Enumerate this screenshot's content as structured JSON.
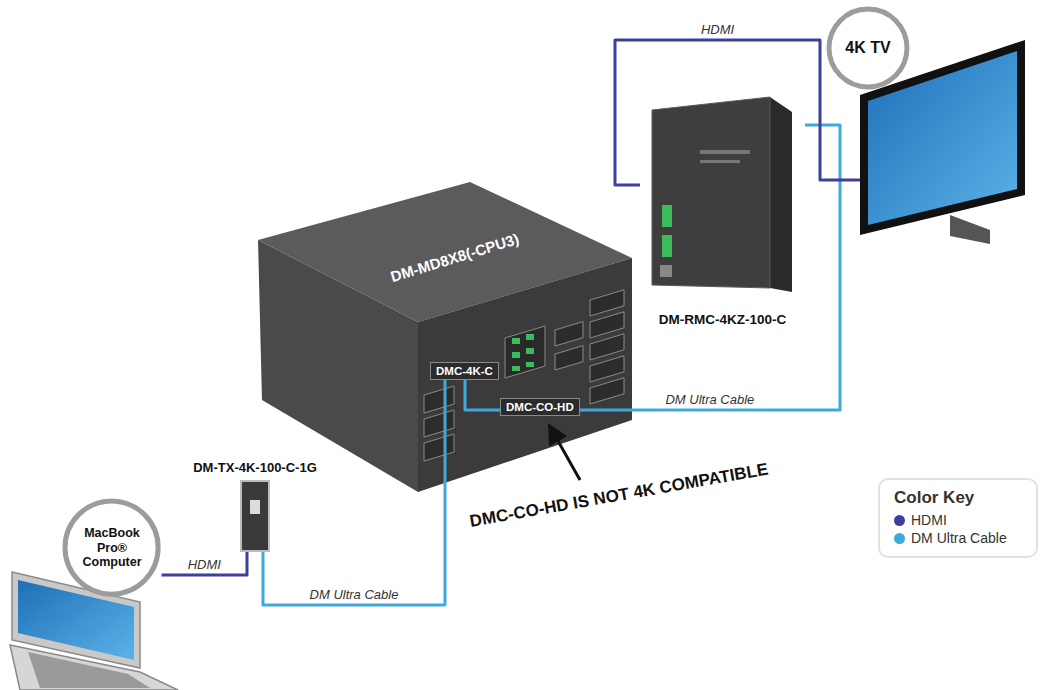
{
  "diagram": {
    "nodes": [
      {
        "text": [
          "MacBook Pro® Computer"
        ]
      },
      {
        "text": [
          "DM-TX-4K-100-C-1G"
        ]
      },
      {
        "text": [
          "DM-MD8X8(-CPU3)"
        ]
      },
      {
        "text": [
          "DMC-4K-C"
        ],
        "in": 2
      },
      {
        "text": [
          "DMC-CO-HD"
        ],
        "in": 2
      },
      {
        "text": [
          "DM-RMC-4KZ-100-C"
        ]
      },
      {
        "text": [
          "4K TV"
        ]
      }
    ],
    "edges": [
      {
        "from": 0,
        "to": 1,
        "label": "HDMI",
        "arrow": "none"
      },
      {
        "from": 1,
        "to": 3,
        "label": "DM Ultra Cable",
        "arrow": "none"
      },
      {
        "from": 3,
        "to": 4,
        "arrow": "none"
      },
      {
        "from": 4,
        "to": 5,
        "label": "DM Ultra Cable",
        "arrow": "none"
      },
      {
        "from": 5,
        "to": 6,
        "label": "HDMI",
        "arrow": "none"
      }
    ],
    "labels": [
      "DMC-CO-HD IS NOT 4K COMPATIBLE",
      "Color Key"
    ],
    "legend": [
      {
        "text": "HDMI",
        "color": "#3d3f9e"
      },
      {
        "text": "DM Ultra Cable",
        "color": "#3fa9dc"
      }
    ]
  }
}
